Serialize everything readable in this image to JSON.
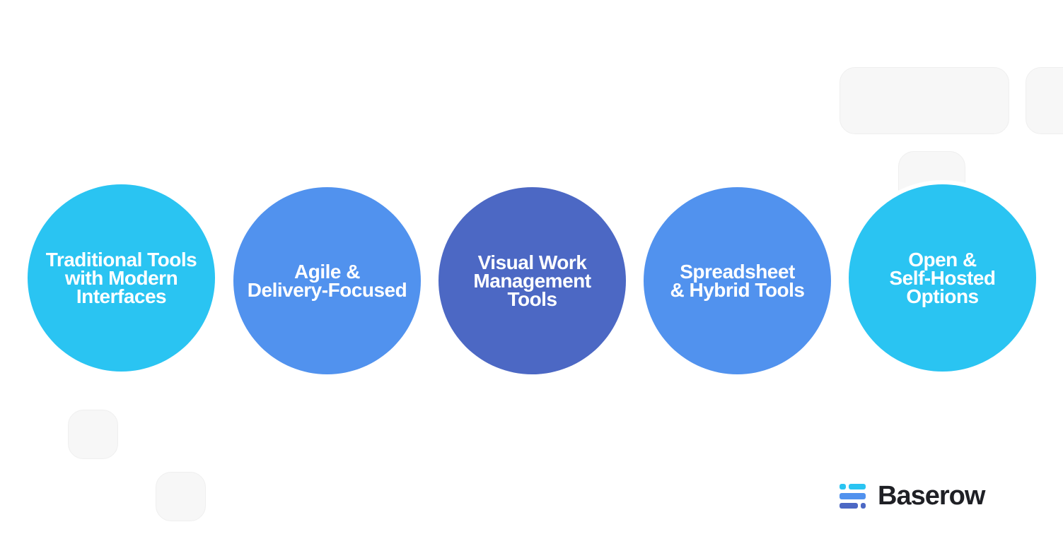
{
  "diagram": {
    "title": "",
    "nodes": [
      {
        "label": "Traditional Tools\nwith Modern\nInterfaces",
        "color": "#2ac4f2"
      },
      {
        "label": "Agile &\nDelivery-Focused",
        "color": "#5192ee"
      },
      {
        "label": "Visual Work\nManagement\nTools",
        "color": "#4c68c4"
      },
      {
        "label": "Spreadsheet\n& Hybrid Tools",
        "color": "#5192ee"
      },
      {
        "label": "Open &\nSelf-Hosted\nOptions",
        "color": "#2ac4f2"
      }
    ]
  },
  "brand": {
    "name": "Baserow",
    "colors": {
      "top": "#2ac4f2",
      "middle": "#5192ee",
      "bottom": "#4c68c4",
      "text": "#1f2025"
    }
  }
}
